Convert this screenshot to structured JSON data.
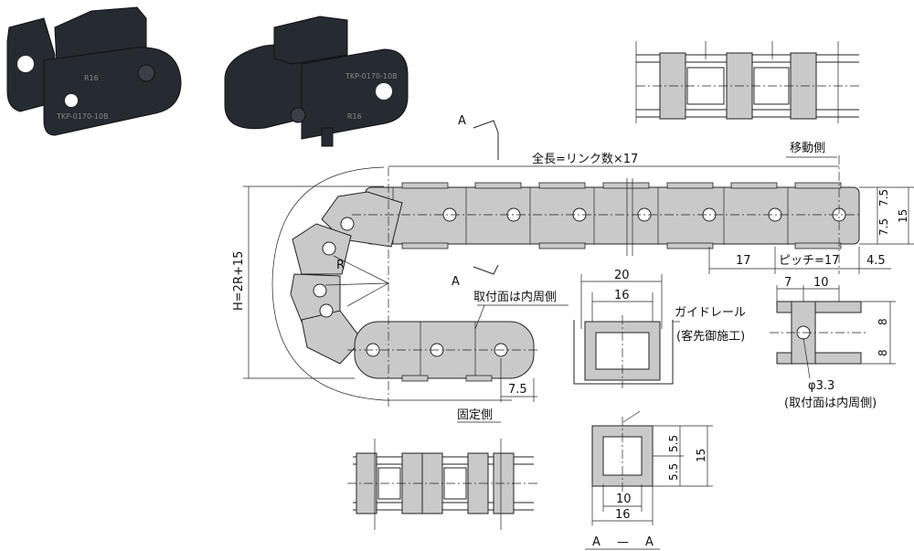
{
  "labels": {
    "total_length": "全長=リンク数×17",
    "moving_side": "移動側",
    "fixed_side": "固定側",
    "mount_inner": "取付面は内周側",
    "height": "H=2R+15",
    "radius": "R",
    "section_a": "A",
    "pitch": "ピッチ=17",
    "guide_rail": "ガイドレール",
    "guide_rail_note": "(客先御施工)",
    "hole_dia": "φ3.3",
    "hole_note": "(取付面は内周側)",
    "section_title_left": "A",
    "section_title_dash": "—",
    "section_title_right": "A"
  },
  "dimensions": {
    "d17": "17",
    "d4_5": "4.5",
    "d7_5_top": "7.5",
    "d7_5_mid": "7.5",
    "d15_right": "15",
    "d7_5_bottom": "7.5",
    "d20": "20",
    "d16_top": "16",
    "d7": "7",
    "d10_side": "10",
    "d8_top": "8",
    "d8_bottom": "8",
    "d5_5_top": "5.5",
    "d5_5_bottom": "5.5",
    "d15_section": "15",
    "d10_section": "10",
    "d16_section": "16"
  },
  "photo_marks": {
    "left_top": "R16",
    "left_code": "TKP-0170-10B",
    "right_code": "TKP-0170-10B",
    "right_mark": "R16"
  }
}
